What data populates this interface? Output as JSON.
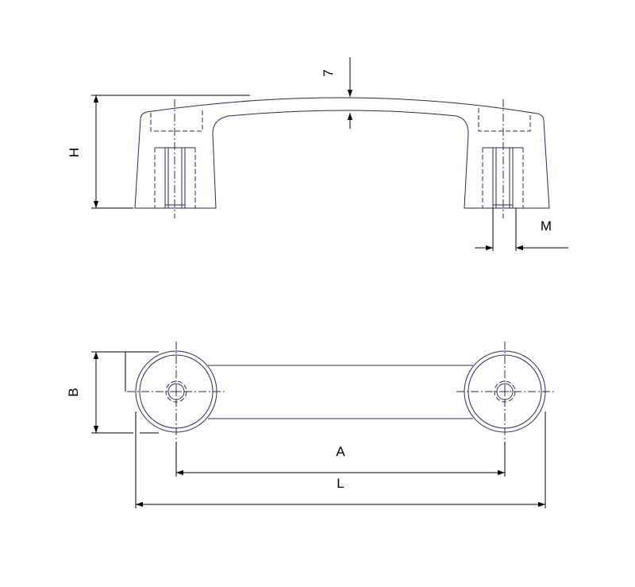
{
  "colors": {
    "outline": "#2a2a52",
    "dimension": "#000000",
    "hidden": "#2a2a52"
  },
  "dimensions": {
    "thickness": "7",
    "height": "H",
    "thread": "M",
    "width": "B",
    "hole_distance": "A",
    "length": "L"
  }
}
